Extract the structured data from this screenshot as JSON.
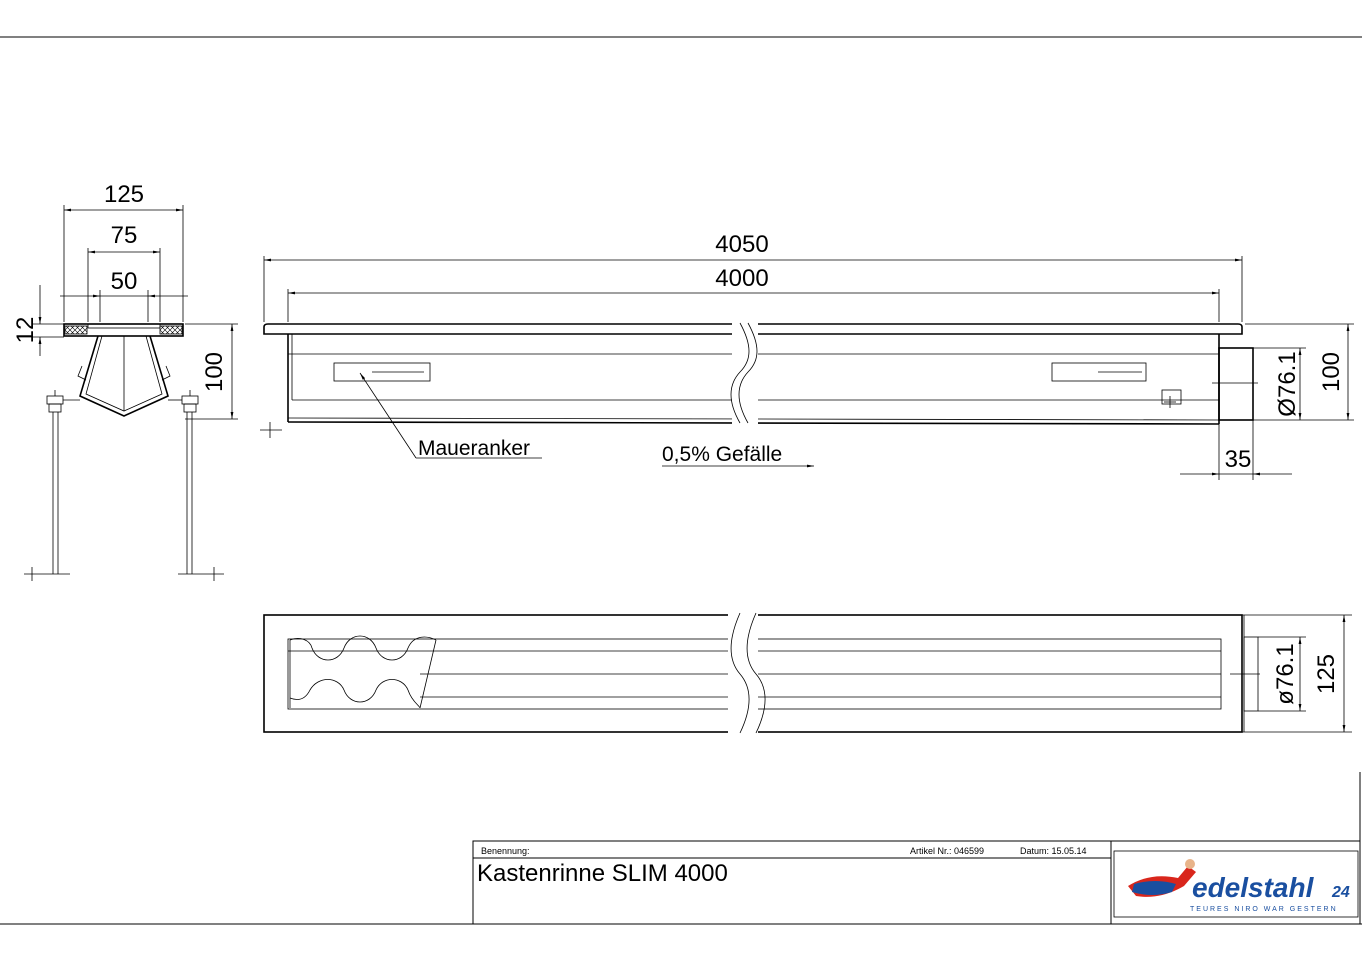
{
  "cross_section": {
    "dim_width_total": "125",
    "dim_width_mid": "75",
    "dim_width_inner": "50",
    "dim_flange": "12",
    "dim_height": "100"
  },
  "side_view": {
    "dim_overall": "4050",
    "dim_channel": "4000",
    "dim_outlet_diameter": "Ø76.1",
    "dim_height": "100",
    "dim_outlet_length": "35",
    "label_anchor": "Maueranker",
    "label_slope": "0,5% Gefälle"
  },
  "top_view": {
    "dim_outlet_diameter": "ø76.1",
    "dim_width": "125"
  },
  "title_block": {
    "designation_label": "Benennung:",
    "article_label": "Artikel Nr.: 046599",
    "date_label": "Datum: 15.05.14",
    "title": "Kastenrinne SLIM 4000",
    "logo_text": "edelstahl",
    "logo_number": "24",
    "logo_tagline": "TEURES NIRO WAR GESTERN",
    "logo_color": "#1a4fa0",
    "logo_accent": "#d9261c"
  }
}
